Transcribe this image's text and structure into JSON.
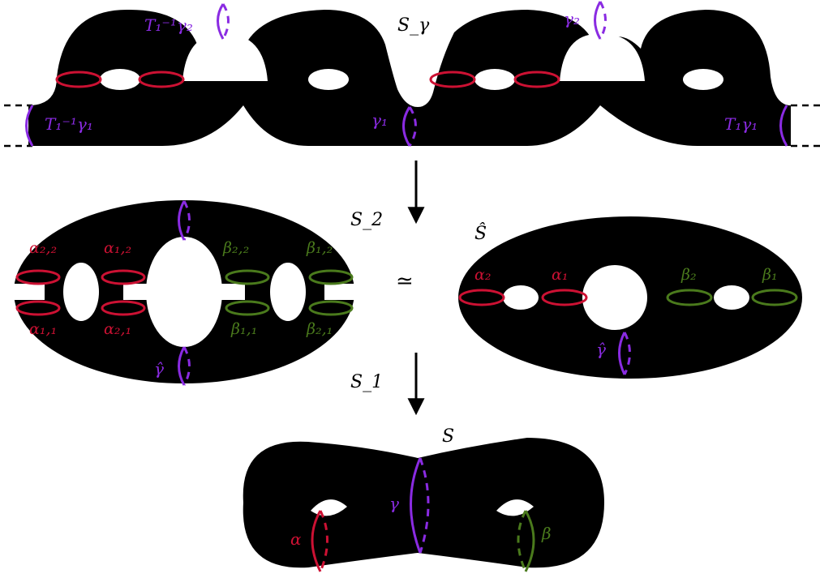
{
  "labels": {
    "s_gamma": "S_γ",
    "s2": "S_2",
    "s_hat": "Ŝ",
    "s1": "S_1",
    "s": "S",
    "simeq": "≃",
    "top_tinv_gamma2": "T₁⁻¹γ₂",
    "top_gamma2": "γ₂",
    "top_tinv_gamma1": "T₁⁻¹γ₁",
    "top_gamma1": "γ₁",
    "top_t_gamma1": "T₁γ₁",
    "mid_alpha22": "α₂,₂",
    "mid_alpha12": "α₁,₂",
    "mid_beta22": "β₂,₂",
    "mid_beta12": "β₁,₂",
    "mid_alpha11": "α₁,₁",
    "mid_alpha21": "α₂,₁",
    "mid_beta11": "β₁,₁",
    "mid_beta21": "β₂,₁",
    "mid_gammahat": "γ̂",
    "hat_alpha2": "α₂",
    "hat_alpha1": "α₁",
    "hat_beta2": "β₂",
    "hat_beta1": "β₁",
    "hat_gammahat": "γ̂",
    "bot_alpha": "α",
    "bot_gamma": "γ",
    "bot_beta": "β"
  },
  "colors": {
    "red": "#cc1133",
    "purple": "#8a2be2",
    "green": "#4a7a1c",
    "surface": "#000000"
  }
}
